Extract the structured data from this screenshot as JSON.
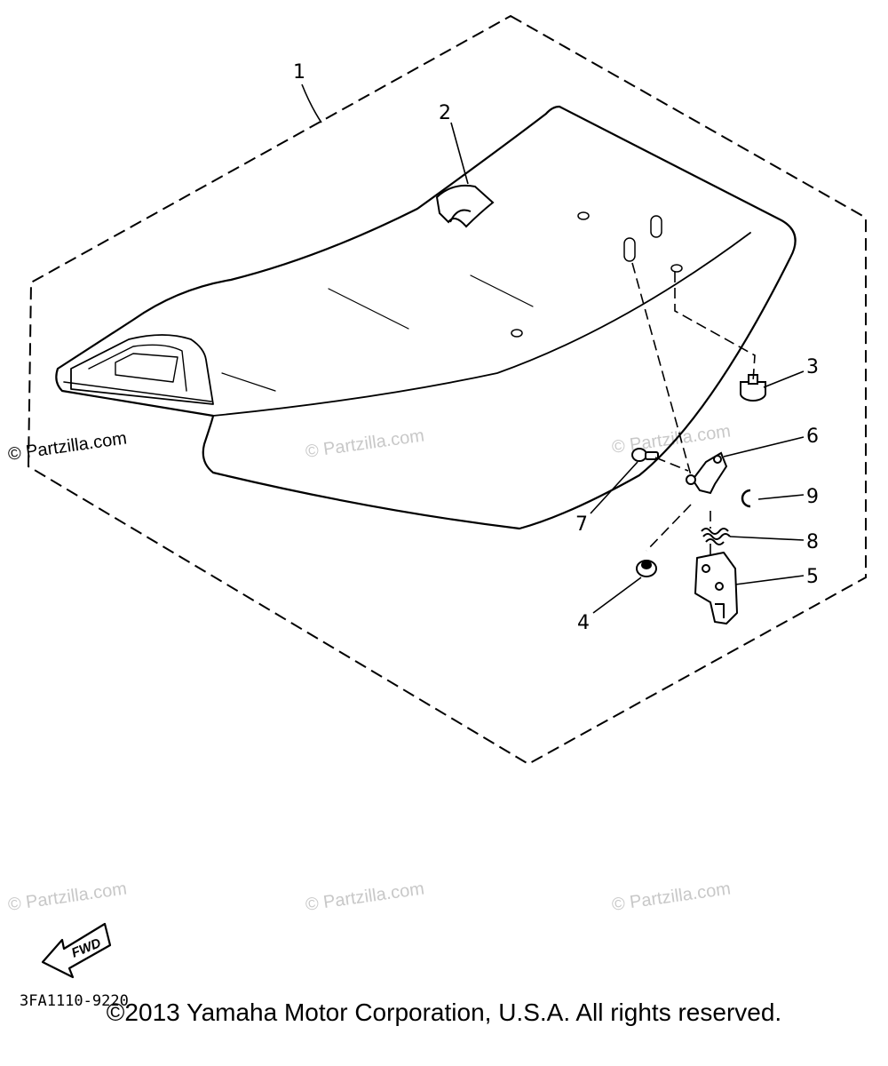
{
  "callouts": {
    "c1": "1",
    "c2": "2",
    "c3": "3",
    "c4": "4",
    "c5": "5",
    "c6": "6",
    "c7": "7",
    "c8": "8",
    "c9": "9"
  },
  "watermarks": {
    "text": "© Partzilla.com"
  },
  "fwd_label": "FWD",
  "part_number": "3FA1110-9220",
  "copyright": "©2013 Yamaha Motor Corporation, U.S.A. All rights reserved.",
  "colors": {
    "line": "#000000",
    "watermark": "#c8c8c8",
    "background": "#ffffff"
  }
}
